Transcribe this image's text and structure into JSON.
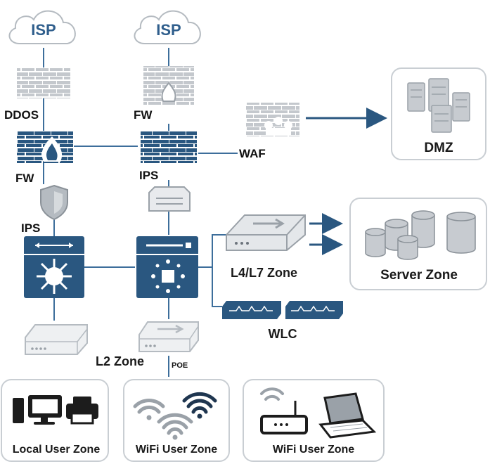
{
  "labels": {
    "isp_left": "ISP",
    "isp_right": "ISP",
    "ddos": "DDOS",
    "fw_left": "FW",
    "fw_right": "FW",
    "ips_left": "IPS",
    "ips_right": "IPS",
    "waf": "WAF",
    "dmz": "DMZ",
    "l4l7_zone": "L4/L7 Zone",
    "server_zone": "Server Zone",
    "wlc": "WLC",
    "l2_zone": "L2 Zone",
    "poe": "POE",
    "local_user_zone": "Local User Zone",
    "wifi_user_zone_1": "WiFi User Zone",
    "wifi_user_zone_2": "WiFi User Zone"
  },
  "colors": {
    "dark_blue": "#2a5780",
    "mid_blue": "#3d6e9b",
    "light_gray": "#c7cbd0",
    "gray": "#9aa1a8",
    "dark_gray": "#4a5058",
    "line": "#3d6e9b",
    "zone_border": "#c9ced3"
  },
  "icons": [
    "cloud-icon",
    "firewall-brick-icon",
    "firewall-flame-icon",
    "shield-icon",
    "router-icon",
    "core-switch-icon",
    "waf-icon",
    "server-icon",
    "database-icon",
    "load-balancer-icon",
    "wireless-controller-icon",
    "access-switch-icon",
    "desktop-icon",
    "printer-icon",
    "wifi-icon",
    "wireless-router-icon",
    "laptop-icon",
    "arrow-icon"
  ]
}
